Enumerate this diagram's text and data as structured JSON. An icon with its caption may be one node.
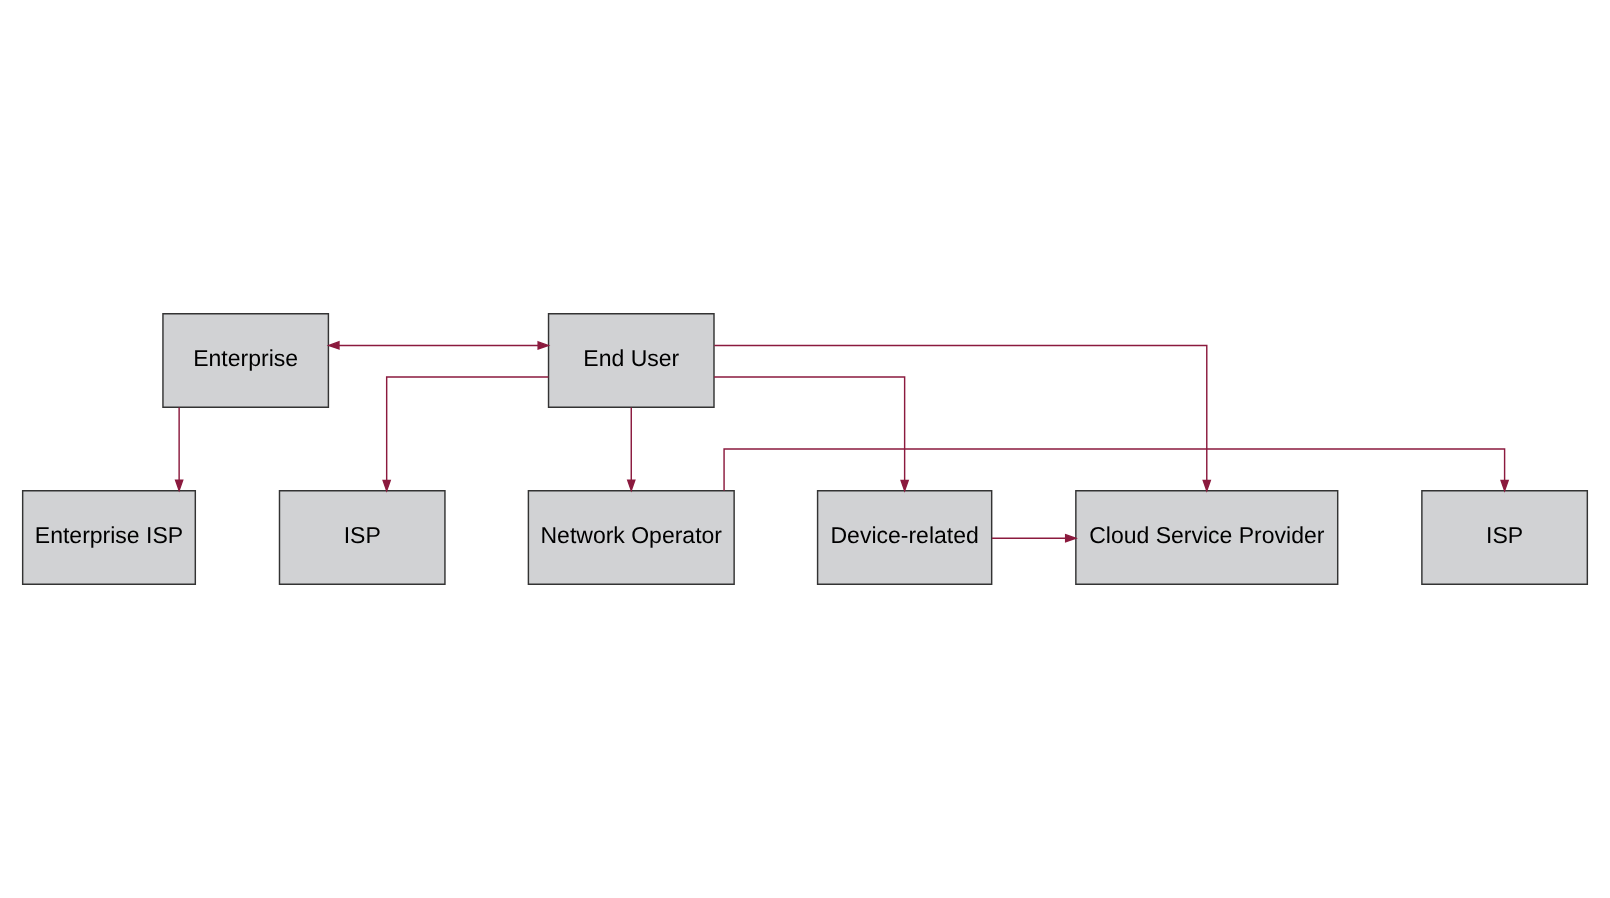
{
  "diagram": {
    "nodes": [
      {
        "text": [
          "Cloud Service Provider"
        ]
      },
      {
        "text": [
          "Device-related"
        ]
      },
      {
        "text": [
          "ISP"
        ]
      },
      {
        "text": [
          "Enterprise"
        ]
      },
      {
        "text": [
          "End User"
        ]
      },
      {
        "text": [
          "Enterprise ISP"
        ]
      },
      {
        "text": [
          "ISP"
        ]
      },
      {
        "text": [
          "Network Operator"
        ]
      }
    ],
    "edges": [
      {
        "from": 1,
        "to": 0,
        "arrow": "to"
      },
      {
        "from": 4,
        "to": 0,
        "arrow": "to"
      },
      {
        "from": 4,
        "to": 1,
        "arrow": "to"
      },
      {
        "from": 4,
        "to": 2,
        "arrow": "to"
      },
      {
        "from": 3,
        "to": 4,
        "arrow": "both"
      },
      {
        "from": 4,
        "to": 7,
        "arrow": "to"
      },
      {
        "from": 3,
        "to": 5,
        "arrow": "to"
      },
      {
        "from": 7,
        "to": 6,
        "arrow": "to"
      }
    ]
  }
}
